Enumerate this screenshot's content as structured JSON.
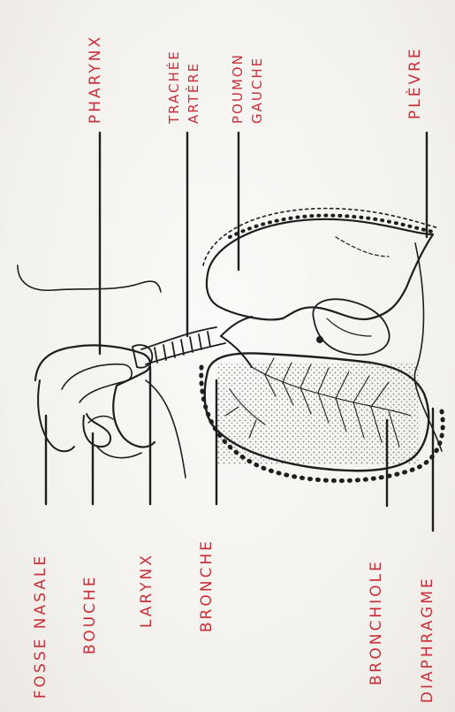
{
  "labels": {
    "pharynx": "PHARYNX",
    "trachee_line1": "TRACHÉE",
    "trachee_line2": "ARTÈRE",
    "poumon_line1": "POUMON",
    "poumon_line2": "GAUCHE",
    "plevre": "PLÈVRE",
    "fosse_nasale": "FOSSE NASALE",
    "bouche": "BOUCHE",
    "larynx": "LARYNX",
    "bronche": "BRONCHE",
    "bronchiole": "BRONCHIOLE",
    "diaphragme": "DIAPHRAGME"
  },
  "colors": {
    "label_ink": "#c9303a",
    "drawing_ink": "#1e1e1e",
    "paper": "#f6f4f1"
  }
}
